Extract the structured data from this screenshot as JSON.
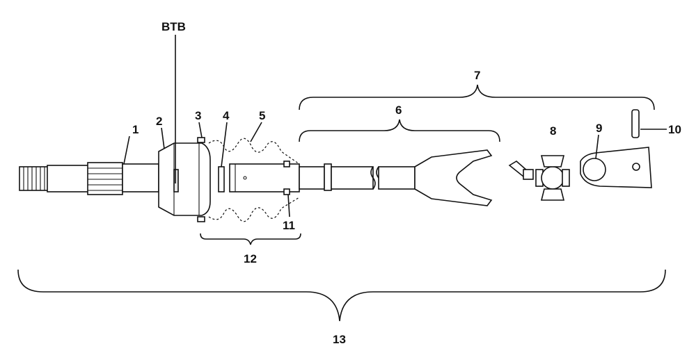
{
  "labels": {
    "btb": "BTB",
    "n1": "1",
    "n2": "2",
    "n3": "3",
    "n4": "4",
    "n5": "5",
    "n6": "6",
    "n7": "7",
    "n8": "8",
    "n9": "9",
    "n10": "10",
    "n11": "11",
    "n12": "12",
    "n13": "13"
  },
  "colors": {
    "line": "#111111",
    "background": "#ffffff"
  }
}
